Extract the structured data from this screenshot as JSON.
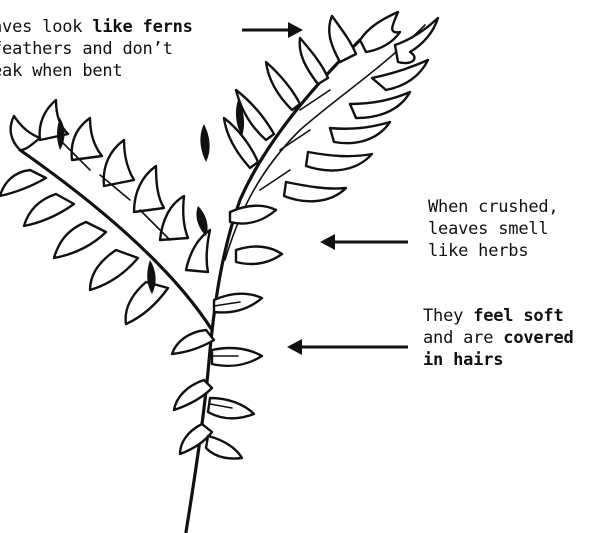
{
  "annotations": {
    "leaf_shape": {
      "line1_pre": "aves look ",
      "line1_bold": "like ferns",
      "line2": "feathers and don’t",
      "line3": "eak when bent"
    },
    "smell": {
      "line1": "When crushed,",
      "line2": "leaves smell",
      "line3": "like herbs"
    },
    "texture": {
      "line1_pre": "They ",
      "line1_bold": "feel soft",
      "line2_pre": "and are ",
      "line2_bold": "covered",
      "line3_bold": "in hairs"
    }
  },
  "illustration": {
    "subject": "fern-like-leaf-sprig",
    "style": "black ink line drawing",
    "colors": {
      "ink": "#111111",
      "background": "#ffffff"
    }
  }
}
